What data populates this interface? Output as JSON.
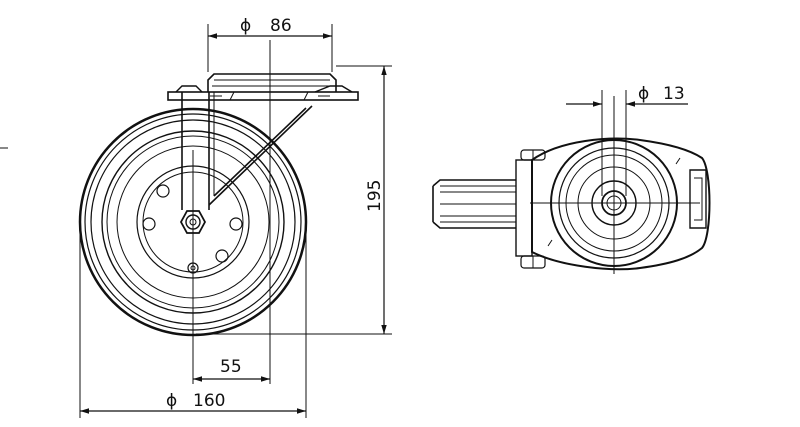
{
  "dimensions": {
    "top_diameter_symbol": "ϕ",
    "top_diameter_value": "86",
    "height_value": "195",
    "offset_value": "55",
    "wheel_diameter_symbol": "ϕ",
    "wheel_diameter_value": "160",
    "bore_diameter_symbol": "ϕ",
    "bore_diameter_value": "13"
  }
}
